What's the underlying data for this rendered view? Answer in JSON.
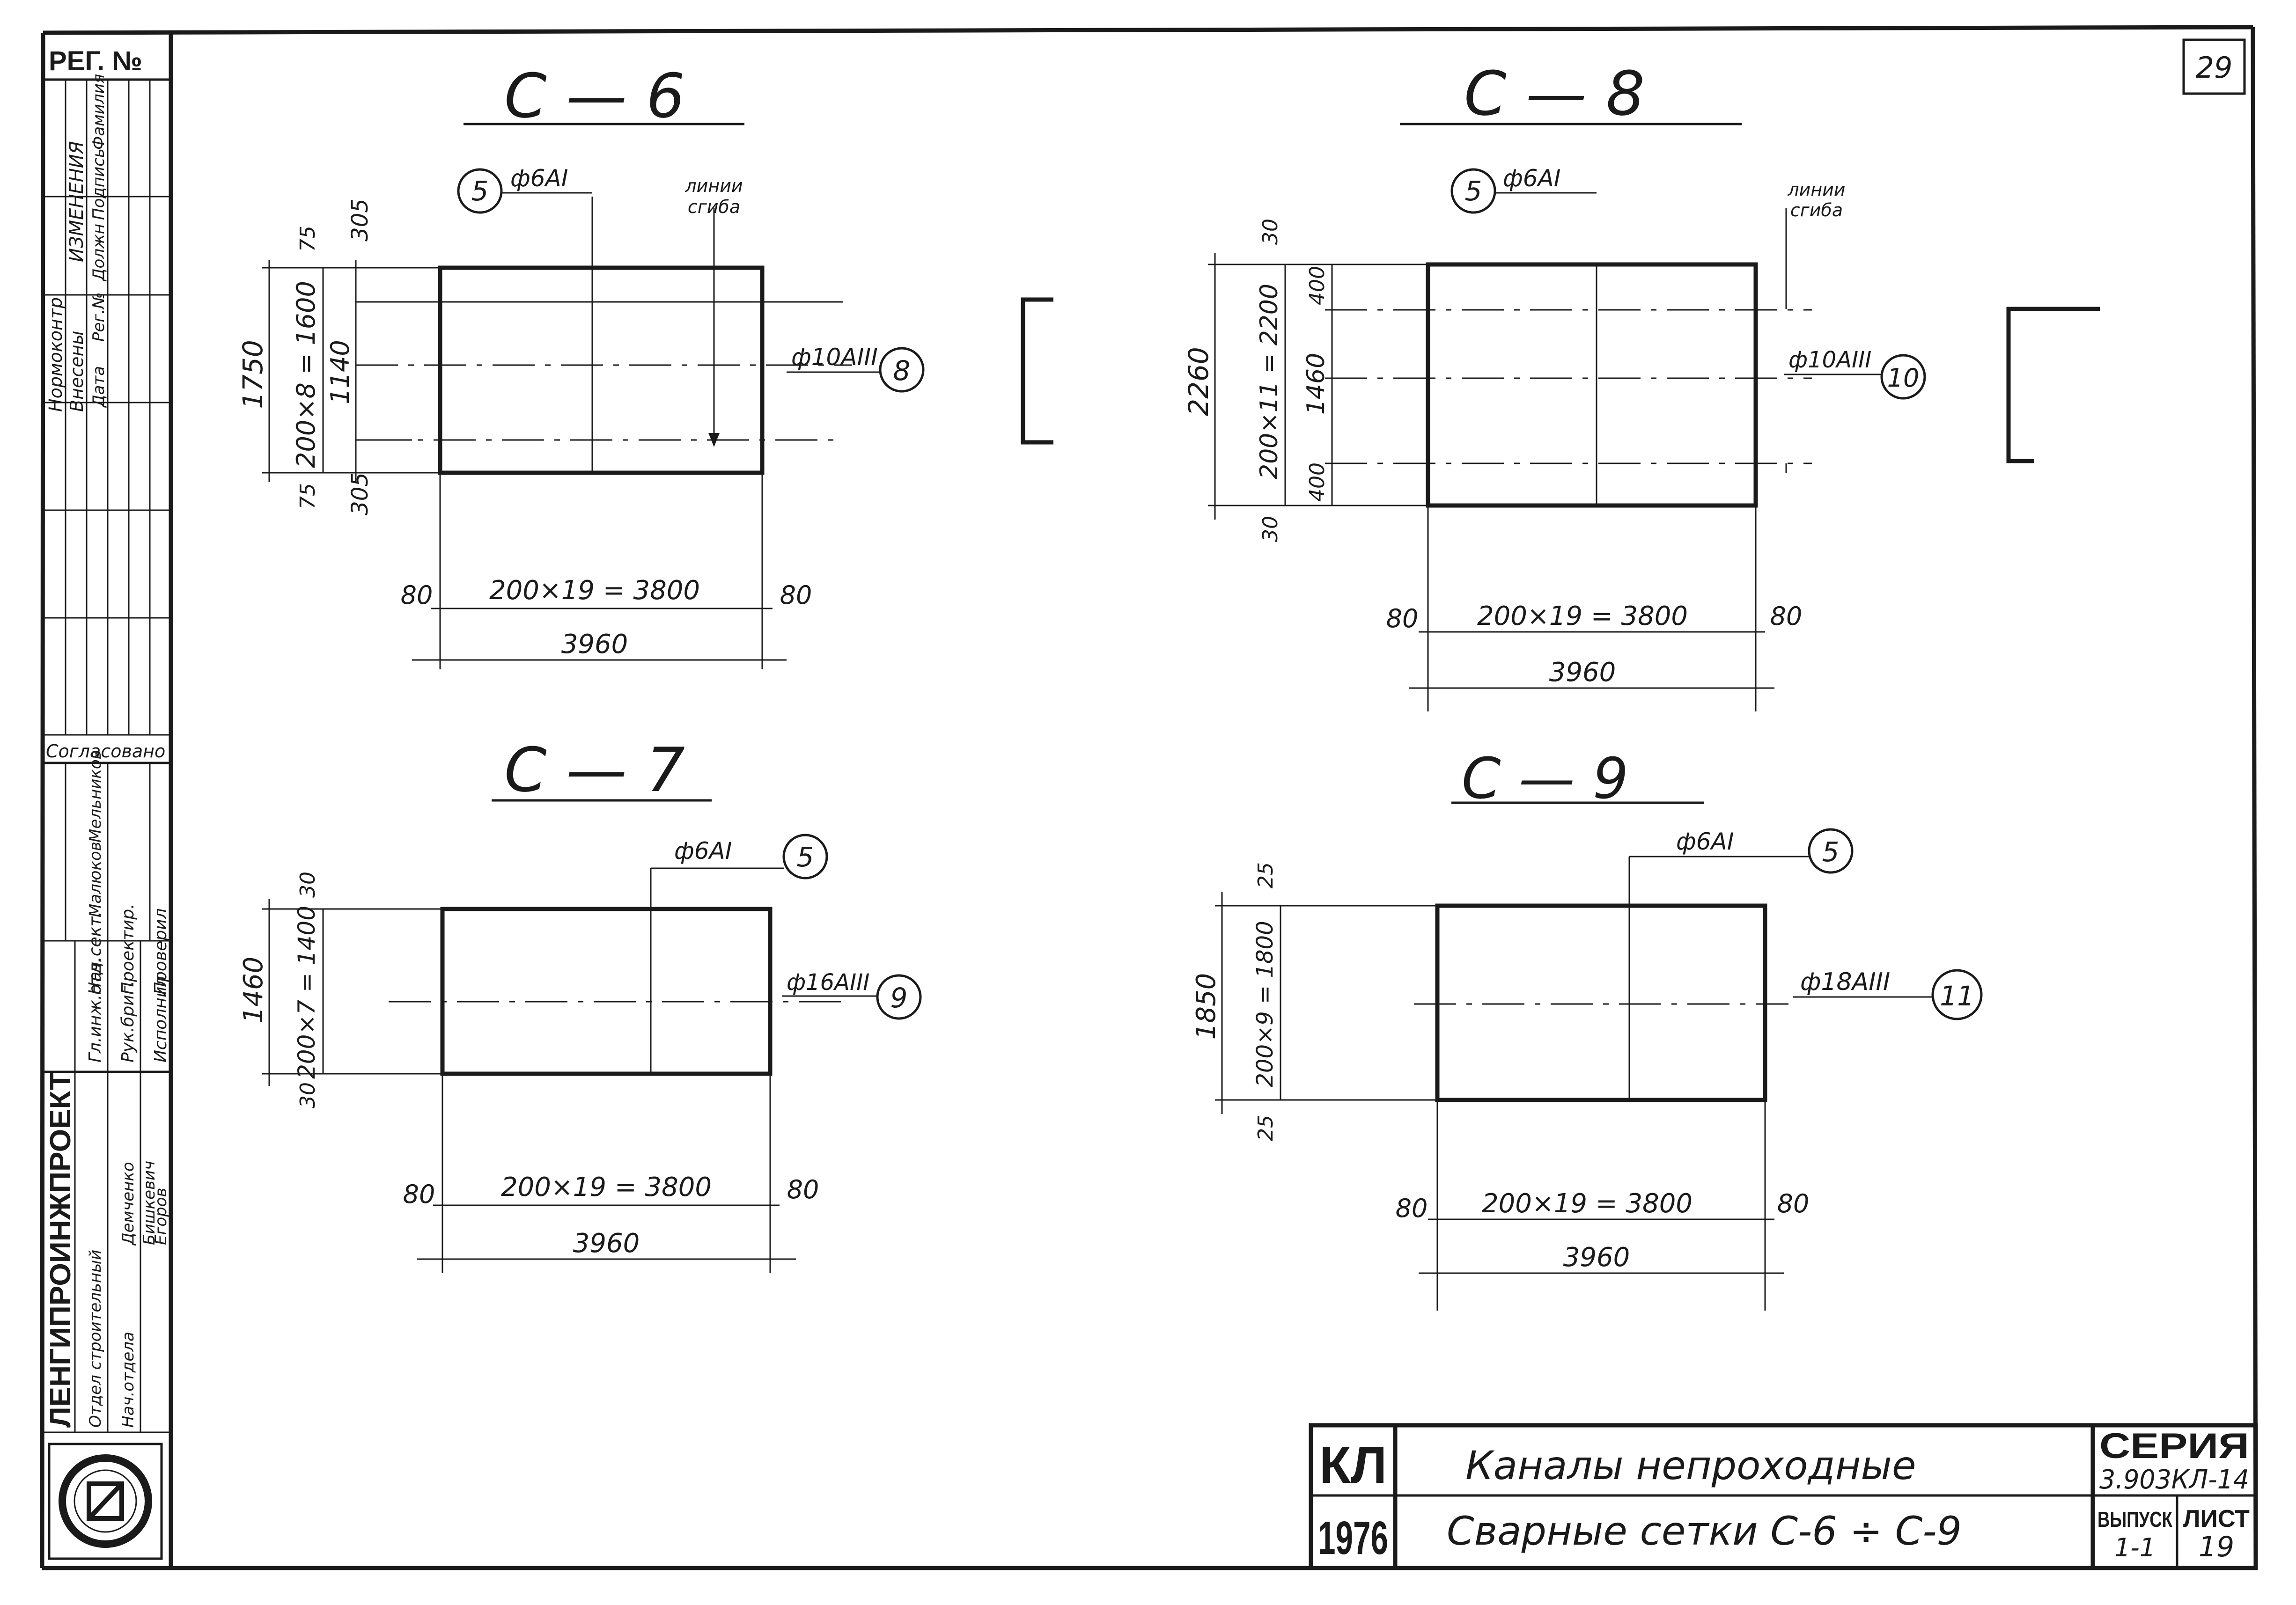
{
  "sheet_number": "29",
  "reg_label": "РЕГ. №",
  "changes_header": "ИЗМЕНЕНИЯ",
  "changes_columns": [
    "Нормоконтр",
    "Внесены",
    "Дата",
    "Рег.№",
    "Должн",
    "Подпись",
    "Фамилия"
  ],
  "agreed_label": "Согласовано",
  "org_name": "ЛЕНГИПРОИНЖПРОЕКТ",
  "org_roles": [
    "Гл.инж.отд.",
    "Нач.сект.",
    "Рук.бриг.",
    "Проектир.",
    "Исполнил",
    "Проверил"
  ],
  "org_names": [
    "Малюков",
    "Мельников",
    "Демченко",
    "Бишкевич",
    "Егоров"
  ],
  "org_dept": [
    "Отдел строительный",
    "Нач.отдела"
  ],
  "meshes": [
    {
      "id": "C6",
      "title": "С — 6",
      "bar_top": "ф6АI",
      "bar_top_pos": "5",
      "bar_side": "ф10АIII",
      "bar_side_pos": "8",
      "bend_label": [
        "линии",
        "сгиба"
      ],
      "dim_total_v": "1750",
      "dim_inner_v": "200×8 = 1600",
      "dim_mid_v": "1140",
      "dim_edge_top": "75",
      "dim_edge_bot": "75",
      "dim_off_top": "305",
      "dim_off_bot": "305",
      "dim_h_inner": "200×19 = 3800",
      "dim_h_left": "80",
      "dim_h_right": "80",
      "dim_h_total": "3960"
    },
    {
      "id": "C8",
      "title": "С — 8",
      "bar_top": "ф6АI",
      "bar_top_pos": "5",
      "bar_side": "ф10АIII",
      "bar_side_pos": "10",
      "bend_label": [
        "линии",
        "сгиба"
      ],
      "dim_total_v": "2260",
      "dim_inner_v": "200×11 = 2200",
      "dim_mid_v": "1460",
      "dim_seg_top": "400",
      "dim_seg_bot": "400",
      "dim_edge_top": "30",
      "dim_edge_bot": "30",
      "dim_h_inner": "200×19 = 3800",
      "dim_h_left": "80",
      "dim_h_right": "80",
      "dim_h_total": "3960"
    },
    {
      "id": "C7",
      "title": "С — 7",
      "bar_top": "ф6АI",
      "bar_top_pos": "5",
      "bar_side": "ф16АIII",
      "bar_side_pos": "9",
      "dim_total_v": "1460",
      "dim_inner_v": "200×7 = 1400",
      "dim_edge_top": "30",
      "dim_edge_bot": "30",
      "dim_h_inner": "200×19 = 3800",
      "dim_h_left": "80",
      "dim_h_right": "80",
      "dim_h_total": "3960"
    },
    {
      "id": "C9",
      "title": "С — 9",
      "bar_top": "ф6АI",
      "bar_top_pos": "5",
      "bar_side": "ф18АIII",
      "bar_side_pos": "11",
      "dim_total_v": "1850",
      "dim_inner_v": "200×9 = 1800",
      "dim_edge_top": "25",
      "dim_edge_bot": "25",
      "dim_h_inner": "200×19 = 3800",
      "dim_h_left": "80",
      "dim_h_right": "80",
      "dim_h_total": "3960"
    }
  ],
  "title_block": {
    "code": "КЛ",
    "year": "1976",
    "title_line1": "Каналы непроходные",
    "title_line2": "Сварные сетки С-6 ÷ С-9",
    "series_label": "СЕРИЯ",
    "series_value": "3.903КЛ-14",
    "issue_label": "ВЫПУСК",
    "issue_value": "1-1",
    "sheet_label": "ЛИСТ",
    "sheet_value": "19"
  }
}
